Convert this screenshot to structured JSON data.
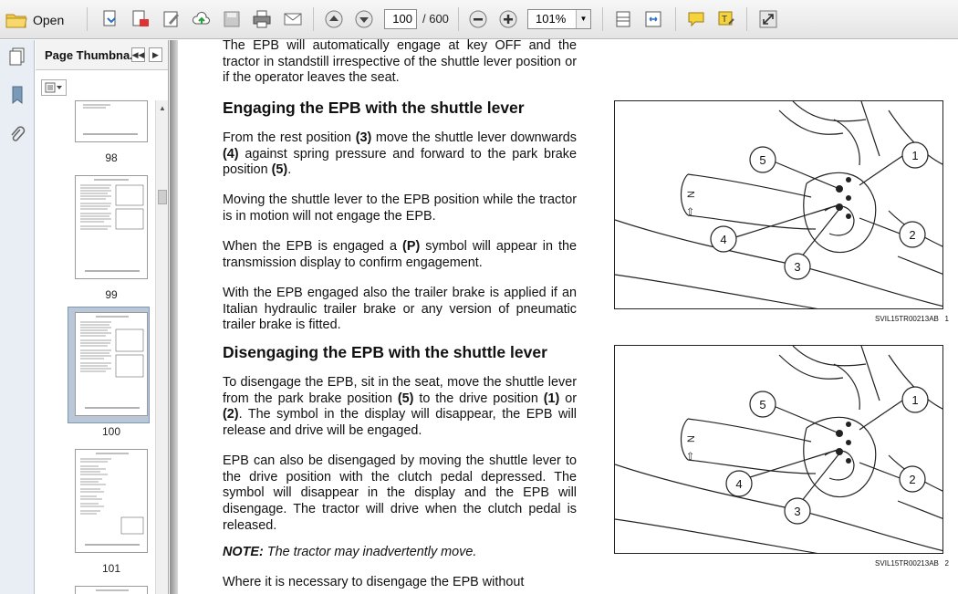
{
  "toolbar": {
    "open_label": "Open",
    "current_page": "100",
    "total_pages": "/ 600",
    "zoom": "101%"
  },
  "sidebar": {
    "title": "Page Thumbna...",
    "thumbnails": [
      {
        "label": "98"
      },
      {
        "label": "99"
      },
      {
        "label": "100",
        "selected": true
      },
      {
        "label": "101"
      }
    ]
  },
  "document": {
    "p0": "The EPB will automatically engage at key OFF and the tractor in standstill irrespective of the shuttle lever position or if the operator leaves the seat.",
    "h1": "Engaging the EPB with the shuttle lever",
    "p1": "From the rest position (3) move the shuttle lever downwards (4) against spring pressure and forward to the park brake position (5).",
    "p2": "Moving the shuttle lever to the EPB position while the tractor is in motion will not engage the EPB.",
    "p3": "When the EPB is engaged a (P) symbol will appear in the transmission display to confirm engagement.",
    "p4": "With the EPB engaged also the trailer brake is applied if an Italian hydraulic trailer brake or any version of pneumatic trailer brake is fitted.",
    "h2": "Disengaging the EPB with the shuttle lever",
    "p5": "To disengage the EPB, sit in the seat, move the shuttle lever from the park brake position (5) to the drive position (1) or (2).  The symbol in the display will disappear, the EPB will release and drive will be engaged.",
    "p6": "EPB can also be disengaged by moving the shuttle lever to the drive position with the clutch pedal depressed. The symbol will disappear in the display and the EPB will disengage.  The tractor will drive when the clutch pedal is released.",
    "note_label": "NOTE:",
    "note_text": " The tractor may inadvertently move.",
    "p7": "Where it is necessary to disengage the EPB without"
  },
  "figures": [
    {
      "code": "SVIL15TR00213AB",
      "number": "1",
      "callouts": [
        "1",
        "2",
        "3",
        "4",
        "5"
      ]
    },
    {
      "code": "SVIL15TR00213AB",
      "number": "2",
      "callouts": [
        "1",
        "2",
        "3",
        "4",
        "5"
      ]
    }
  ]
}
